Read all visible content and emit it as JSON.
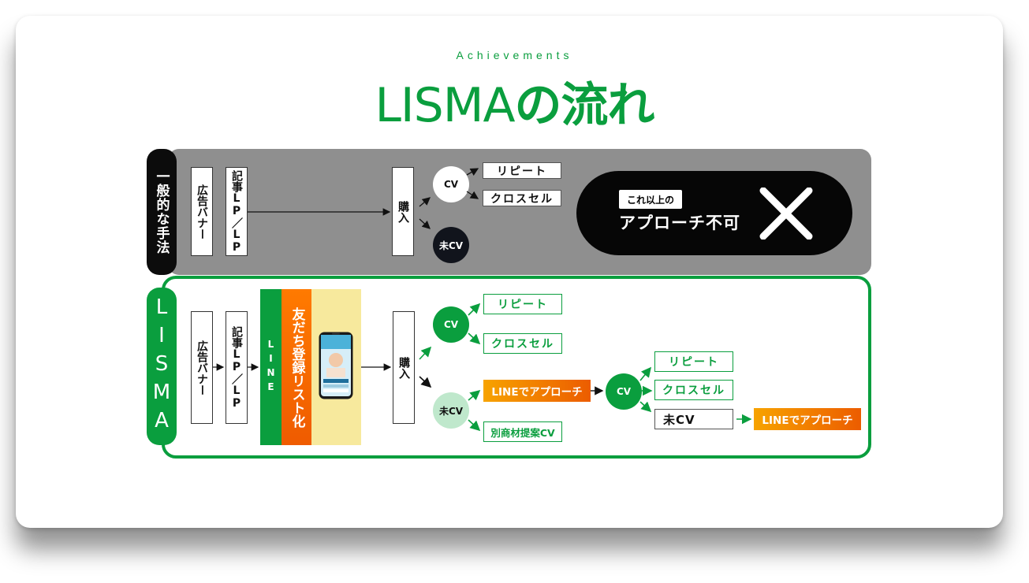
{
  "header": {
    "subtitle": "Achievements",
    "title_main": "LISMA",
    "title_suffix": "の流れ"
  },
  "general": {
    "tag": "一般的な手法",
    "ad_banner": "広告バナー",
    "article_lp": "記事LP／LP",
    "purchase": "購入",
    "cv": "CV",
    "no_cv": "未CV",
    "repeat": "リピート",
    "cross_sell": "クロスセル",
    "beyond_label": "これ以上の",
    "no_approach": "アプローチ不可",
    "x_icon": "x-mark-icon"
  },
  "lisma": {
    "tag": "LISMA",
    "ad_banner": "広告バナー",
    "article_lp": "記事LP／LP",
    "line": "LINE",
    "friend_register": "友だち登録リスト化",
    "phone_icon": "smartphone-screenshot",
    "purchase": "購入",
    "cv": "CV",
    "no_cv": "未CV",
    "repeat": "リピート",
    "cross_sell": "クロスセル",
    "line_approach": "LINEでアプローチ",
    "other_product_cv": "別商材提案CV",
    "cv2": "CV",
    "repeat2": "リピート",
    "cross_sell2": "クロスセル",
    "no_cv2": "未CV",
    "line_approach2": "LINEでアプローチ"
  },
  "colors": {
    "green": "#0a9e3e",
    "gray": "#8f8f8f",
    "black": "#060606",
    "orange": "#f27a00",
    "yellow": "#f7e99d",
    "mint": "#bfe8cc"
  }
}
